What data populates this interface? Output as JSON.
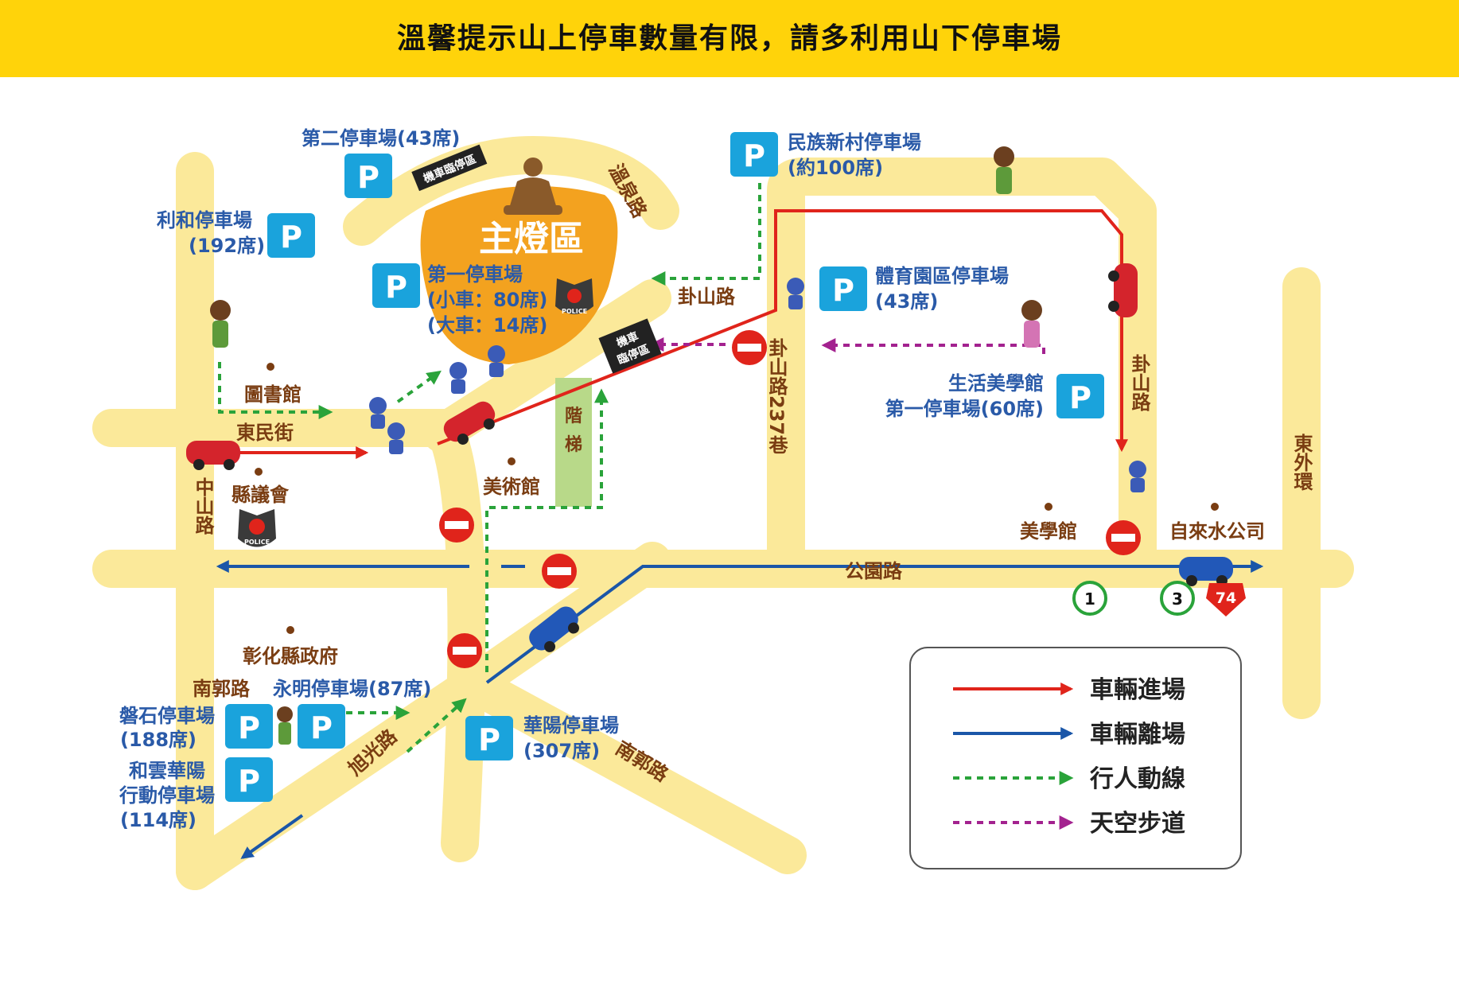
{
  "banner": {
    "text": "溫馨提示山上停車數量有限，請多利用山下停車場"
  },
  "colors": {
    "banner": "#ffd30a",
    "road": "#fbe99a",
    "main_area": "#f3a21f",
    "vehicle_in": "#e0241b",
    "vehicle_out": "#1a56a8",
    "pedestrian": "#2aa33a",
    "skywalk": "#a3228f",
    "parking": "#1aa3dc",
    "label_road": "#7a3d12",
    "label_parking": "#2a5aa8"
  },
  "main_area": {
    "label": "主燈區"
  },
  "parking": {
    "p1": {
      "icon": "P",
      "name": "第一停車場",
      "small": "(小車：80席)",
      "large": "(大車：14席)"
    },
    "p2": {
      "icon": "P",
      "name": "第二停車場(43席)"
    },
    "lihe": {
      "icon": "P",
      "name": "利和停車場",
      "seats": "(192席)"
    },
    "minzu": {
      "icon": "P",
      "name": "民族新村停車場",
      "seats": "(約100席)"
    },
    "sports": {
      "icon": "P",
      "name": "體育園區停車場",
      "seats": "(43席)"
    },
    "life": {
      "icon": "P",
      "name": "生活美學館",
      "seats": "第一停車場(60席)"
    },
    "panshi": {
      "icon": "P",
      "name": "磐石停車場",
      "seats": "(188席)"
    },
    "yongming": {
      "icon": "P",
      "name": "永明停車場(87席)"
    },
    "heyun": {
      "icon": "P",
      "line1": "和雲華陽",
      "line2": "行動停車場",
      "seats": "(114席)"
    },
    "huayang": {
      "icon": "P",
      "name": "華陽停車場",
      "seats": "(307席)"
    }
  },
  "moto_signs": {
    "top": "機車臨停區",
    "mid_1": "機車",
    "mid_2": "臨停區"
  },
  "roads": {
    "wenquan": "溫泉路",
    "guashan1": "卦山路",
    "guashan237": "卦山路237巷",
    "guashan_right": "卦山路",
    "dongmin": "東民街",
    "zhongshan": "中山路",
    "gongyuan": "公園路",
    "dongwai": "東外環",
    "nanguo1": "南郭路",
    "nanguo2": "南郭路",
    "xuguang": "旭光路",
    "stairs": "階梯"
  },
  "places": {
    "library": "圖書館",
    "council": "縣議會",
    "art_museum": "美術館",
    "aesthetics": "美學館",
    "water": "自來水公司",
    "county_gov": "彰化縣政府"
  },
  "police_badge": "POLICE",
  "route_markers": {
    "r1": "1",
    "r3": "3",
    "r74": "74"
  },
  "legend": [
    {
      "label": "車輛進場",
      "color": "#e0241b",
      "style": "solid"
    },
    {
      "label": "車輛離場",
      "color": "#1a56a8",
      "style": "solid"
    },
    {
      "label": "行人動線",
      "color": "#2aa33a",
      "style": "dashed"
    },
    {
      "label": "天空步道",
      "color": "#a3228f",
      "style": "dashed"
    }
  ]
}
